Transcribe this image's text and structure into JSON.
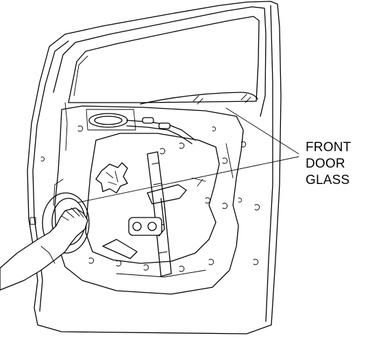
{
  "callout": {
    "lines": [
      "FRONT",
      "DOOR",
      "GLASS"
    ]
  },
  "colors": {
    "line": "#000000",
    "background": "#ffffff"
  }
}
